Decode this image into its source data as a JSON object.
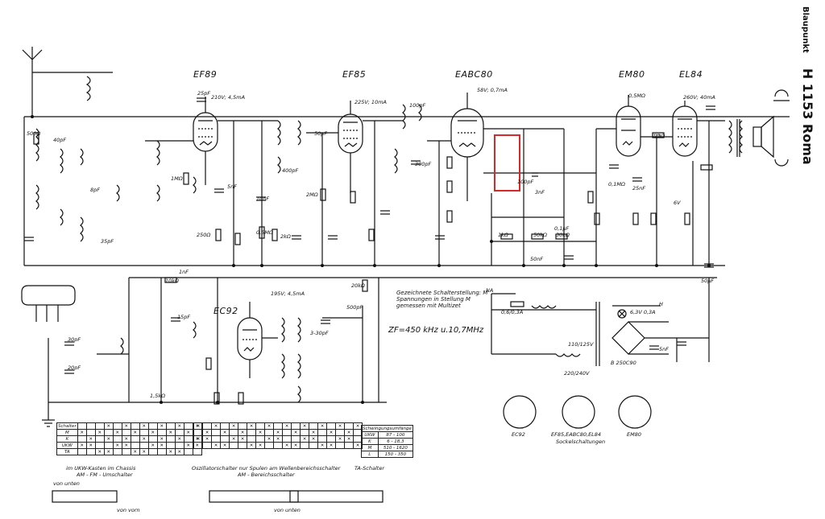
{
  "brand": {
    "name": "Blaupunkt",
    "model": "H 1153 Roma"
  },
  "tubes": {
    "ef89": "EF89",
    "ef85": "EF85",
    "eabc80": "EABC80",
    "em80": "EM80",
    "el84": "EL84",
    "ec92": "EC92"
  },
  "annotations": {
    "note": "Gezeichnete Schalterstellung: M Spannungen in Stellung M gemessen mit Multizet",
    "if_freq": "ZF=450 kHz u.10,7MHz",
    "base_caption": "Sockelschaltungen",
    "base_ec92": "EC92",
    "base_group": "EF85,EABC80,EL84",
    "base_em80": "EM80",
    "rectifier": "B 250C90",
    "pilot": "6,3V 0,3A",
    "mains_fuse": "0,6/0,3A",
    "mains_voltages": "110/125V",
    "mains_voltages2": "220/240V",
    "na_label": "NA",
    "h_label": "H"
  },
  "tube_ratings": {
    "ef89_anode": "210V; 4,5mA",
    "ef85_anode": "225V; 10mA",
    "eabc80_anode": "58V; 0,7mA",
    "em80_anode": "0,5MΩ",
    "el84_anode": "260V; 40mA",
    "ec92_anode": "195V; 4,5mA"
  },
  "components": [
    "500Ω",
    "40pF",
    "1MΩ",
    "5nF",
    "25pF",
    "2kΩ",
    "15pF",
    "10nF",
    "400pF",
    "50pF",
    "1nF",
    "100pF",
    "20kΩ",
    "300pF",
    "8pF",
    "20Ω",
    "35pF",
    "10kΩ",
    "0,1MΩ",
    "25nF",
    "30kΩ",
    "50kΩ",
    "100pF",
    "3nF",
    "1Ω",
    "6V",
    "5nF",
    "50µF",
    "30pF",
    "20pF",
    "1,5kΩ",
    "500pF",
    "3-30pF",
    "0,5MΩ",
    "500Ω",
    "50nF",
    "2MΩ",
    "1kΩ",
    "250Ω",
    "0,1µF",
    "25nF",
    "500kΩ"
  ],
  "switch_table": {
    "caption_left": "im UKW-Kasten   im Chassis",
    "caption_left2": "AM - FM - Umschalter",
    "caption_mid": "Oszillatorschalter nur Spulen am Wellenbereichsschalter",
    "caption_mid2": "AM - Bereichsschalter",
    "caption_right": "TA-Schalter",
    "row_labels": [
      "Schalter",
      "M",
      "K",
      "UKW",
      "TA"
    ],
    "wave_header": "Schwingungsumfänge",
    "wave_rows": [
      [
        "UKW",
        "87 - 100"
      ],
      [
        "K",
        "6 - 18,3"
      ],
      [
        "M",
        "510 - 1620"
      ],
      [
        "L",
        "150 - 350"
      ]
    ],
    "contact_left": "von unten",
    "contact_mid": "von vorn",
    "contact_right": "von unten"
  }
}
